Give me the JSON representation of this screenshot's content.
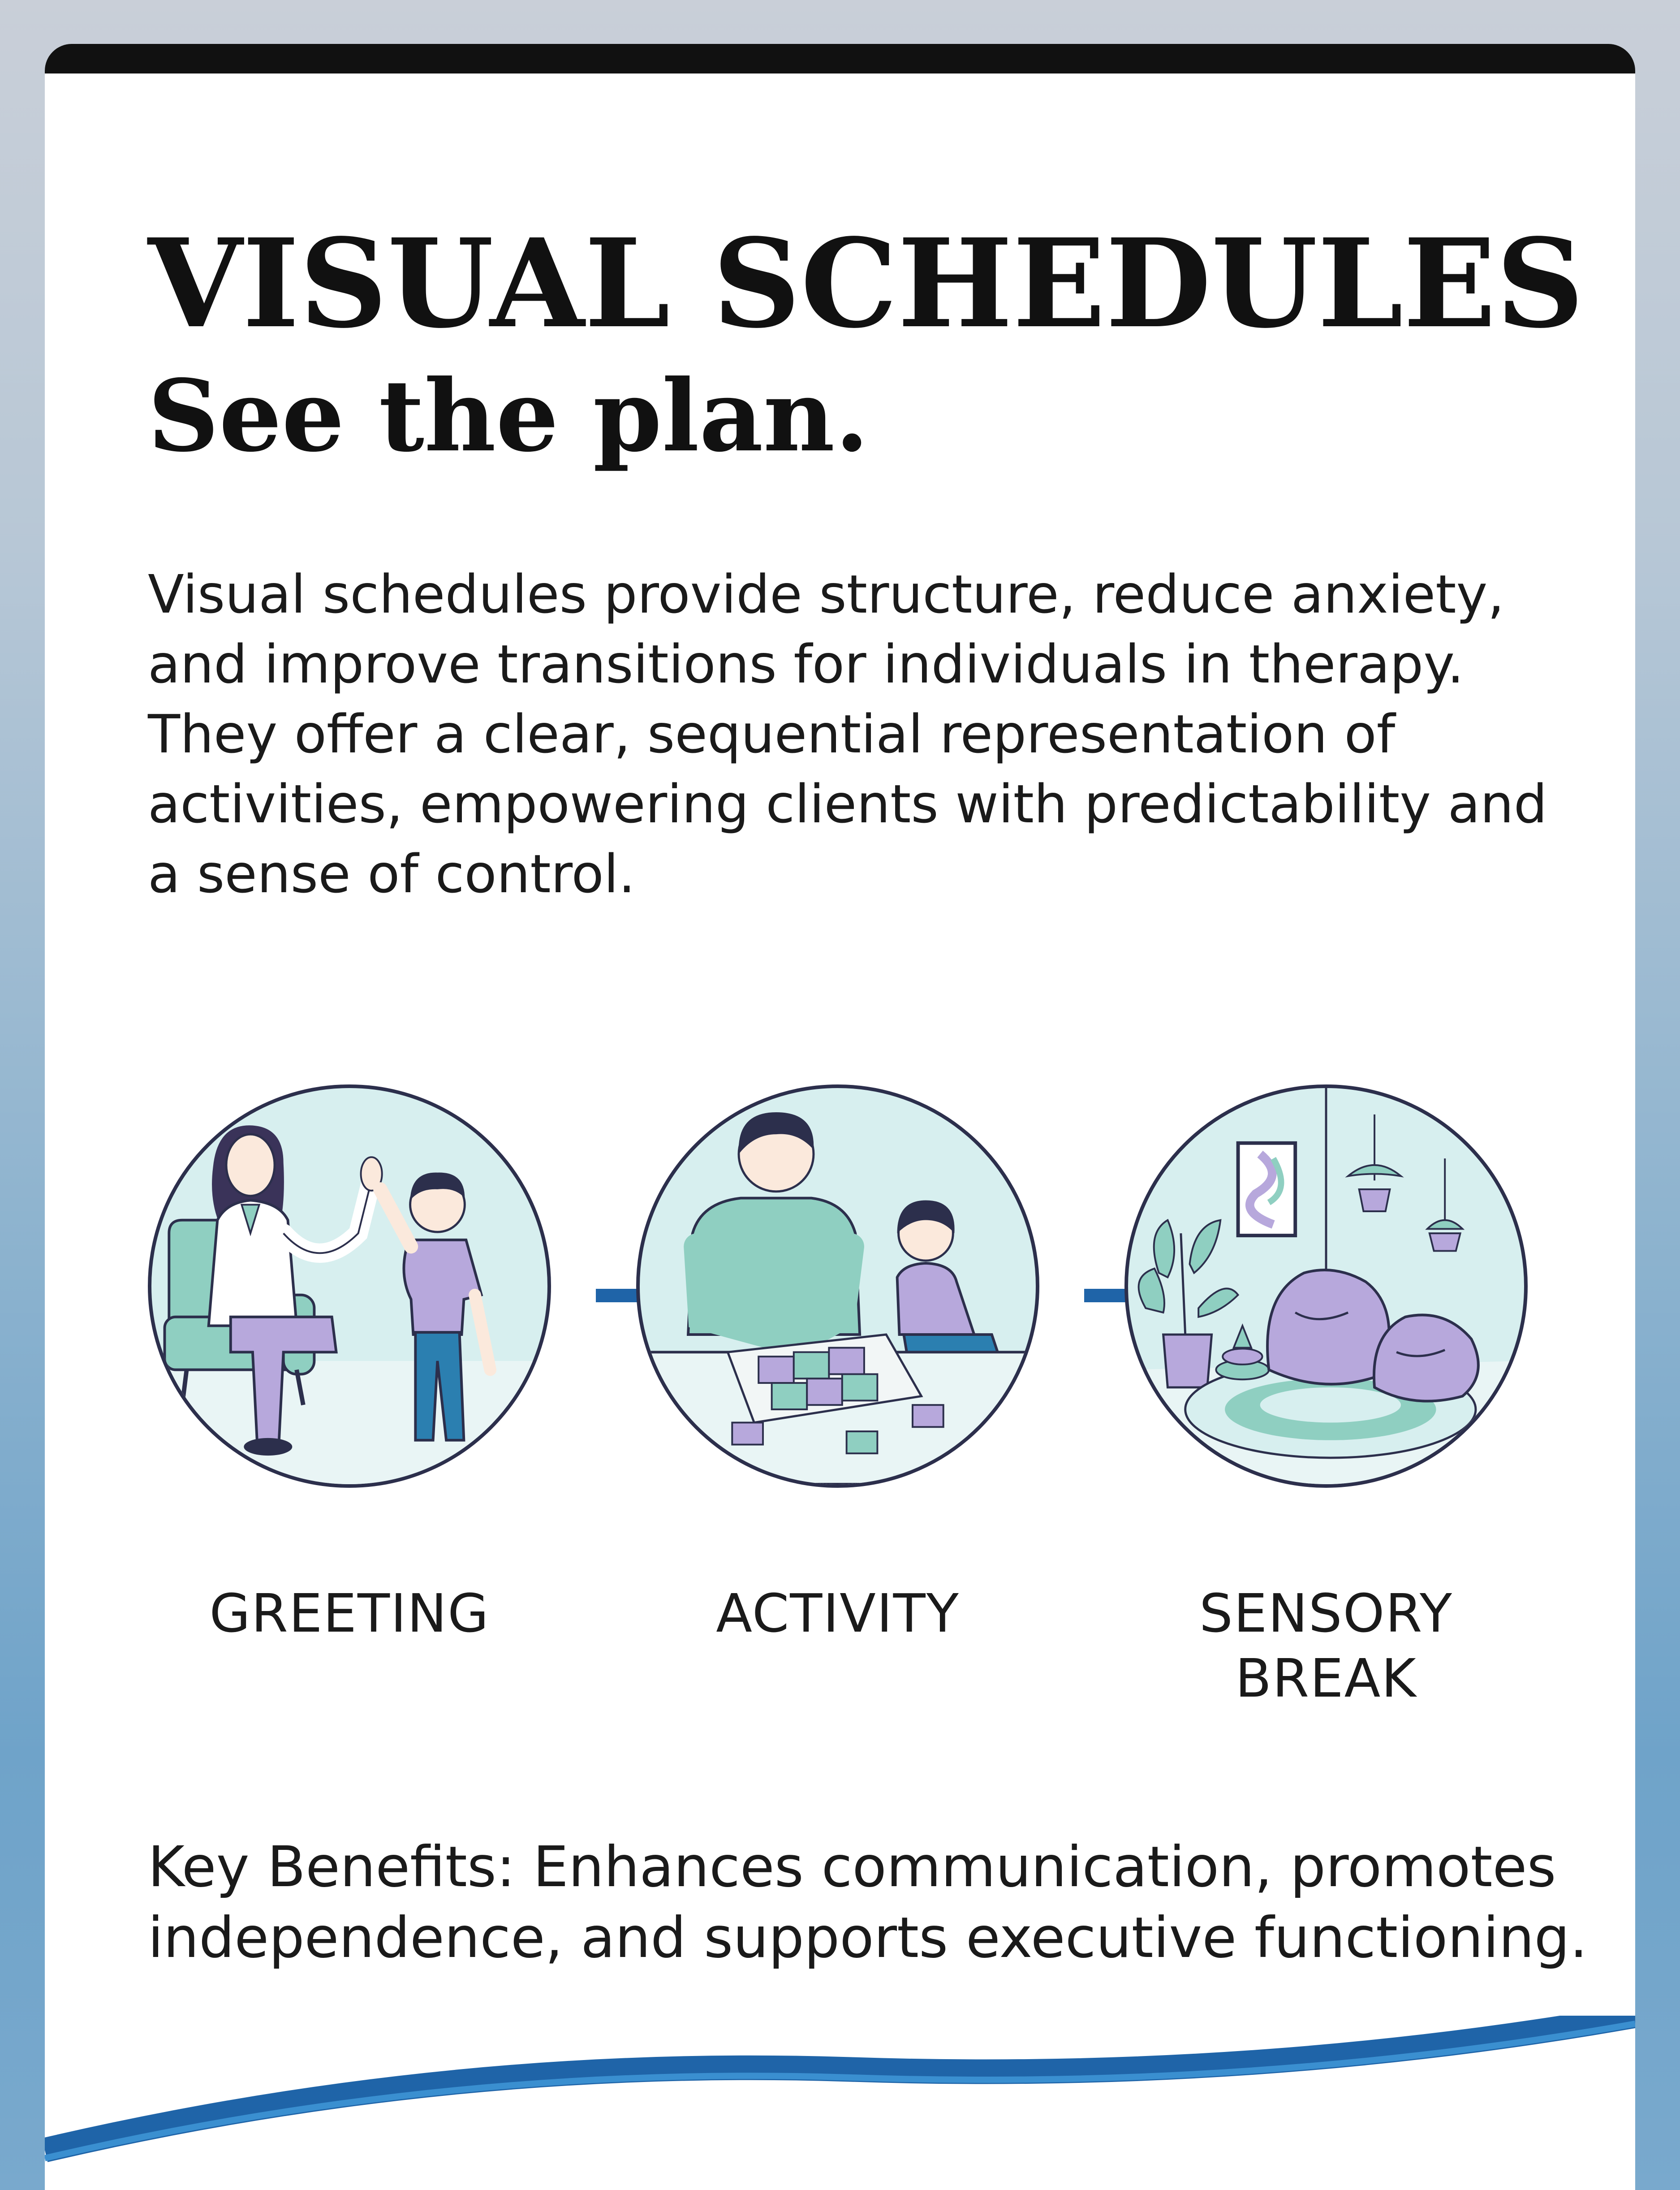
{
  "header": {
    "title": "VISUAL SCHEDULES",
    "subtitle": "See the plan."
  },
  "intro": "Visual schedules provide structure, reduce anxiety, and improve transitions for individuals in therapy. They offer a clear, sequential representation of activities, empowering clients with predictability and a sense of control.",
  "steps": [
    {
      "label": "GREETING",
      "icon": "greeting-illustration"
    },
    {
      "label": "ACTIVITY",
      "icon": "puzzle-activity-illustration"
    },
    {
      "label": "SENSORY\nBREAK",
      "icon": "sensory-room-illustration"
    }
  ],
  "key_benefits": "Key Benefits: Enhances communication, promotes independence, and supports executive functioning.",
  "colors": {
    "accent_blue": "#1f64a8",
    "circle_fill": "#d7efef",
    "mint": "#8fcfc1",
    "lavender": "#b7a8dc",
    "outline": "#2c2f4c"
  }
}
